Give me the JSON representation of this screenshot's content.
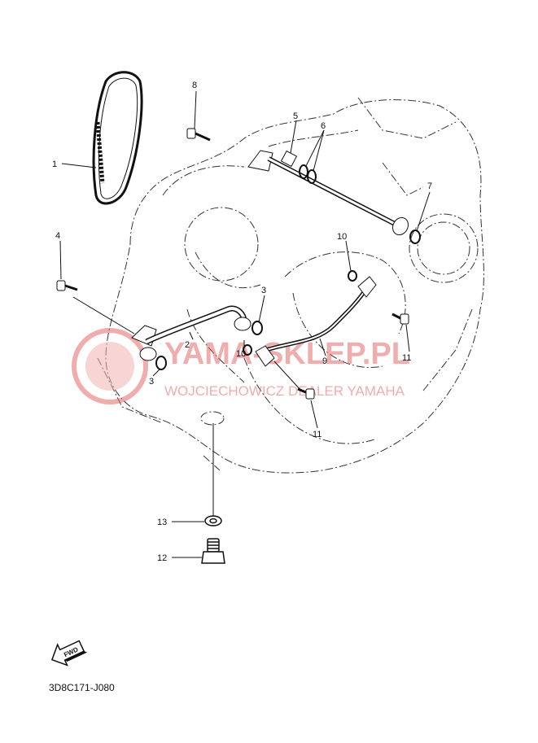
{
  "callouts": {
    "c1": "1",
    "c2": "2",
    "c3a": "3",
    "c3b": "3",
    "c4": "4",
    "c5": "5",
    "c6": "6",
    "c7": "7",
    "c8": "8",
    "c9": "9",
    "c10a": "10",
    "c10b": "10",
    "c11a": "11",
    "c11b": "11",
    "c12": "12",
    "c13": "13"
  },
  "watermark": {
    "line1": "YAMA-SKLEP.PL",
    "line2": "WOJCIECHOWICZ DEALER YAMAHA",
    "color": "#e36b6b"
  },
  "fwd_label": "FWD",
  "ref_code": "3D8C171-J080"
}
